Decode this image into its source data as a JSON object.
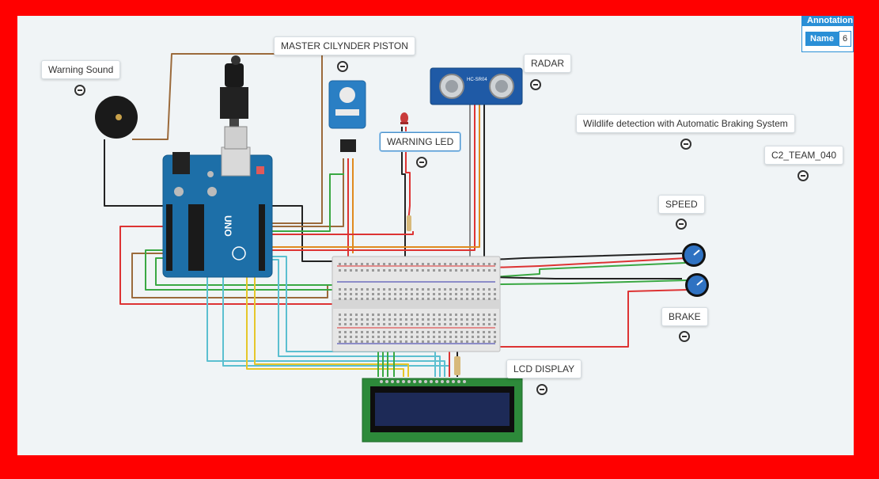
{
  "annotations": {
    "warning_sound": "Warning Sound",
    "master_piston": "MASTER CILYNDER PISTON",
    "radar": "RADAR",
    "warning_led": "WARNING LED",
    "title": "Wildlife detection with Automatic Braking System",
    "team": "C2_TEAM_040",
    "speed": "SPEED",
    "brake": "BRAKE",
    "lcd_display": "LCD DISPLAY"
  },
  "annotation_panel": {
    "header": "Annotation",
    "name_label": "Name",
    "name_value": "6"
  },
  "components": {
    "sensor_label": "HC-SR04",
    "arduino_label": "UNO"
  },
  "colors": {
    "frame": "#ff0000",
    "canvas": "#f0f4f6",
    "arduino": "#1d6fa8",
    "lcd_screen": "#1d2a57",
    "lcd_pcb": "#2d8a3a",
    "potentiometer": "#2f72c2",
    "accent": "#2a8fd6"
  }
}
